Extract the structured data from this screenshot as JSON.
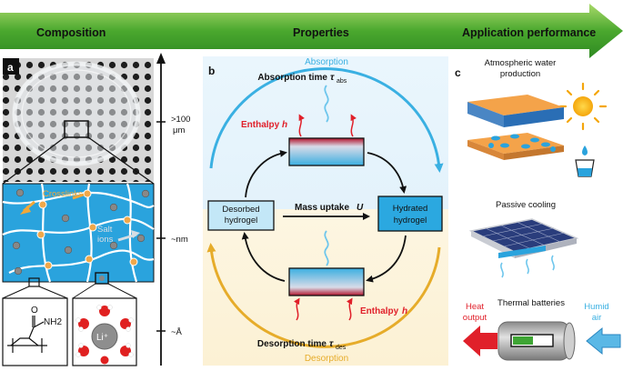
{
  "header": {
    "composition": "Composition",
    "properties": "Properties",
    "application": "Application performance"
  },
  "panel_a": {
    "letter": "a",
    "crosslinks": "Crosslinks",
    "salt_line1": "Salt",
    "salt_line2": "ions",
    "chem_group": "NH2",
    "chem_o": "O",
    "ion": "Li⁺"
  },
  "scale": {
    "top_line1": ">100",
    "top_line2": "μm",
    "mid": "~nm",
    "bottom": "~Å"
  },
  "panel_b": {
    "letter": "b",
    "absorption": "Absorption",
    "absorption_time": "Absorption time",
    "tau": "τ",
    "abs_sub": "abs",
    "enthalpy_top": "Enthalpy",
    "enthalpy_bottom": "Enthalpy",
    "h": "h",
    "desorbed_line1": "Desorbed",
    "desorbed_line2": "hydrogel",
    "mass_uptake": "Mass uptake",
    "U": "U",
    "hydrated_line1": "Hydrated",
    "hydrated_line2": "hydrogel",
    "desorption_time": "Desorption time",
    "des_sub": "des",
    "desorption": "Desorption"
  },
  "panel_c": {
    "letter": "c",
    "water_line1": "Atmospheric water",
    "water_line2": "production",
    "passive_cooling": "Passive cooling",
    "thermal_batteries": "Thermal batteries",
    "heat_line1": "Heat",
    "heat_line2": "output",
    "humid_line1": "Humid",
    "humid_line2": "air"
  },
  "colors": {
    "arrow_green": "#3fa535",
    "absorption_blue": "#3ab0e2",
    "desorption_gold": "#e6ac2a",
    "enthalpy_red": "#e0202a",
    "hydrogel_blue": "#2ba8e0"
  }
}
